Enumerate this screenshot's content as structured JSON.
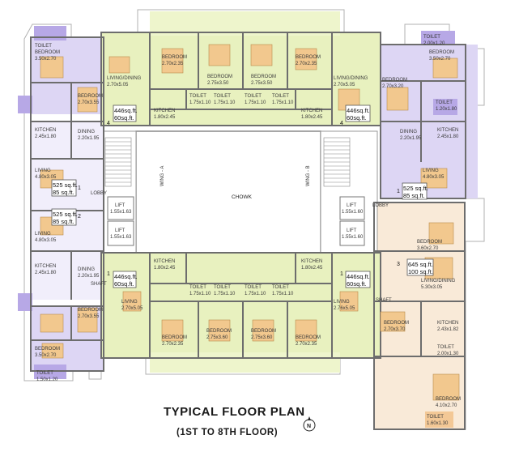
{
  "plan": {
    "title": "TYPICAL FLOOR PLAN",
    "subtitle": "(1ST TO 8TH FLOOR)",
    "north": "N",
    "chowk": "CHOWK",
    "wing_a": "WING - A",
    "wing_b": "WING - B",
    "lobby_left": "LOBBY",
    "lobby_right": "LOBBY",
    "shaft": "SHAFT",
    "lifts": [
      {
        "name": "LIFT",
        "dim": "1.55x1.63"
      },
      {
        "name": "LIFT",
        "dim": "1.55x1.63"
      },
      {
        "name": "LIFT",
        "dim": "1.55x1.60"
      },
      {
        "name": "LIFT",
        "dim": "1.55x1.60"
      }
    ],
    "rooms": {
      "bedroom_3_50x2_70": {
        "name": "BEDROOM",
        "dim": "3.50x2.70"
      },
      "bedroom_2_70x3_55": {
        "name": "BEDROOM",
        "dim": "2.70x3.55"
      },
      "bedroom_2_70x2_35": {
        "name": "BEDROOM",
        "dim": "2.70x2.35"
      },
      "bedroom_2_75x3_50": {
        "name": "BEDROOM",
        "dim": "2.75x3.50"
      },
      "bedroom_2_75x3_60": {
        "name": "BEDROOM",
        "dim": "2.75x3.60"
      },
      "bedroom_2_70x3_20": {
        "name": "BEDROOM",
        "dim": "2.70x3.20"
      },
      "bedroom_3_60x2_70": {
        "name": "BEDROOM",
        "dim": "3.60x2.70"
      },
      "bedroom_2_70x3_70": {
        "name": "BEDROOM",
        "dim": "2.70x3.70"
      },
      "bedroom_4_10x2_70": {
        "name": "BEDROOM",
        "dim": "4.10x2.70"
      },
      "living_dining_2_70x5_05": {
        "name": "LIVING/DINING",
        "dim": "2.70x5.05"
      },
      "living_dining_5_30x3_05": {
        "name": "LIVING/DINING",
        "dim": "5.30x3.05"
      },
      "living_2_70x5_05": {
        "name": "LIVING",
        "dim": "2.70x5.05"
      },
      "living_2_76x5_05": {
        "name": "LIVING",
        "dim": "2.76x5.05"
      },
      "living_4_80x3_05": {
        "name": "LIVING",
        "dim": "4.80x3.05"
      },
      "kitchen_1_80x2_45": {
        "name": "KITCHEN",
        "dim": "1.80x2.45"
      },
      "kitchen_2_45x1_80": {
        "name": "KITCHEN",
        "dim": "2.45x1.80"
      },
      "kitchen_2_43x1_82": {
        "name": "KITCHEN",
        "dim": "2.43x1.82"
      },
      "dining_2_20x1_95": {
        "name": "DINING",
        "dim": "2.20x1.95"
      },
      "toilet_1_75x1_10": {
        "name": "TOILET",
        "dim": "1.75x1.10"
      },
      "toilet_1_50x1_20": {
        "name": "TOILET",
        "dim": "1.50x1.20"
      },
      "toilet_1_60x1_30": {
        "name": "TOILET",
        "dim": "1.60x1.30"
      },
      "toilet_2_00x1_20": {
        "name": "TOILET",
        "dim": "2.00x1.20"
      },
      "toilet_1_20x1_80": {
        "name": "TOILET",
        "dim": "1.20x1.80"
      },
      "toilet_2_00x1_30": {
        "name": "TOILET",
        "dim": "2.00x1.30"
      }
    },
    "areas": {
      "a446_60": {
        "a": "446sq.ft.",
        "b": "60sq.ft."
      },
      "a525_85": {
        "a": "525 sq.ft.",
        "b": "85 sq.ft."
      },
      "a645_100": {
        "a": "645 sq.ft.",
        "b": "100 sq.ft."
      }
    },
    "unit_numbers": [
      "1",
      "2",
      "3",
      "4"
    ],
    "colors": {
      "wall": "#6d6d6d",
      "yellow_green": "#e6f0b8",
      "lavender": "#ddd6f4",
      "lavender_dark": "#b7a8e6",
      "peach": "#f8e0c4",
      "furniture": "#e9b36b",
      "outline": "#9a9a9a"
    }
  }
}
